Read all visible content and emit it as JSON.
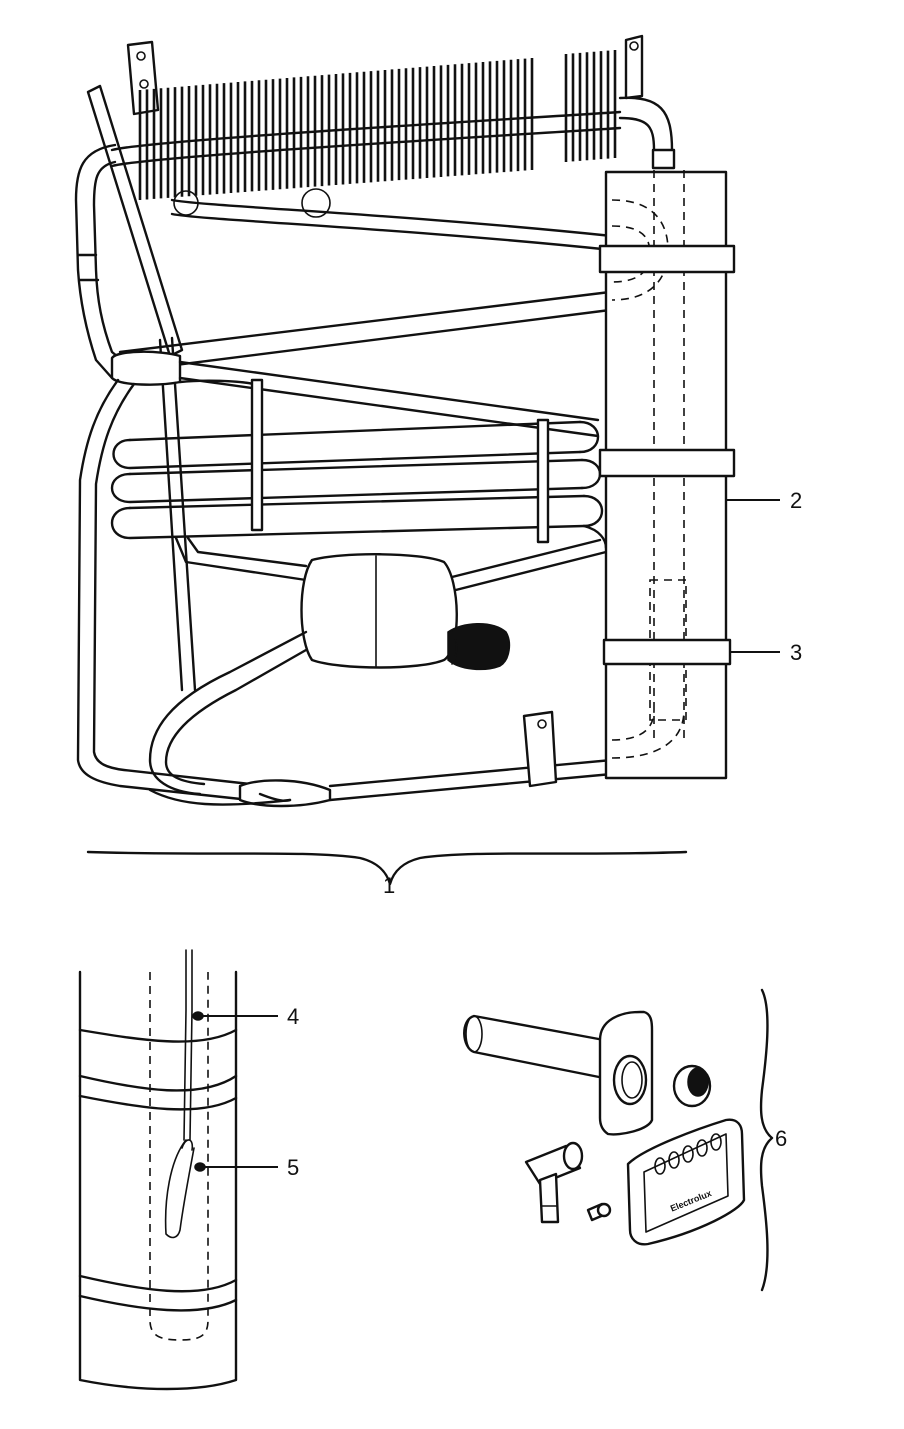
{
  "diagram": {
    "callouts": [
      {
        "id": "1",
        "label": "1"
      },
      {
        "id": "2",
        "label": "2"
      },
      {
        "id": "3",
        "label": "3"
      },
      {
        "id": "4",
        "label": "4"
      },
      {
        "id": "5",
        "label": "5"
      },
      {
        "id": "6",
        "label": "6"
      }
    ],
    "logo_text": "Electrolux"
  }
}
